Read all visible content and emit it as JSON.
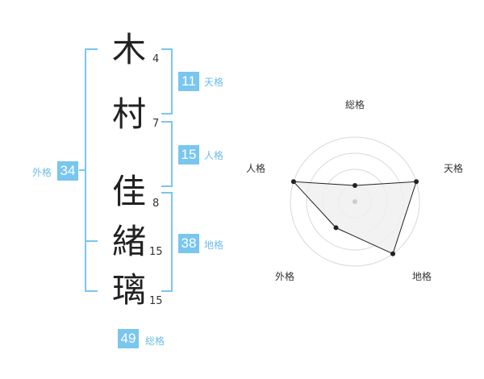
{
  "name": {
    "chars": [
      {
        "char": "木",
        "strokes": "4"
      },
      {
        "char": "村",
        "strokes": "7"
      },
      {
        "char": "佳",
        "strokes": "8"
      },
      {
        "char": "緒",
        "strokes": "15"
      },
      {
        "char": "璃",
        "strokes": "15"
      }
    ]
  },
  "kakusu": {
    "tenkaku": {
      "value": "11",
      "label": "天格"
    },
    "jinkaku": {
      "value": "15",
      "label": "人格"
    },
    "chikaku": {
      "value": "38",
      "label": "地格"
    },
    "gaikaku": {
      "value": "34",
      "label": "外格"
    },
    "soukaku": {
      "value": "49",
      "label": "総格"
    }
  },
  "radar": {
    "labels": {
      "top": "総格",
      "right": "天格",
      "bottom_right": "地格",
      "bottom_left": "外格",
      "left": "人格"
    },
    "levels": 4,
    "scores": {
      "soukaku": 1,
      "tenkaku": 4,
      "chikaku": 4,
      "gaikaku": 2,
      "jinkaku": 4
    },
    "colors": {
      "grid": "#d8d8d8",
      "fill": "#f0f0f0",
      "line": "#222222",
      "center": "#cccccc"
    }
  },
  "colors": {
    "accent": "#79c6ef"
  }
}
